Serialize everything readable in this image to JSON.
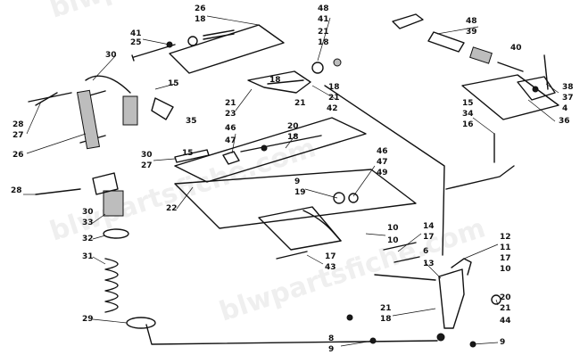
{
  "watermark": "blwpartsfiche.com",
  "callouts": [
    "26",
    "18",
    "41",
    "25",
    "48",
    "41",
    "21",
    "18",
    "30",
    "15",
    "35",
    "28",
    "27",
    "26",
    "21",
    "23",
    "18",
    "21",
    "42",
    "21",
    "18",
    "30",
    "27",
    "15",
    "46",
    "47",
    "20",
    "18",
    "48",
    "39",
    "40",
    "38",
    "37",
    "4",
    "36",
    "15",
    "34",
    "16",
    "28",
    "30",
    "33",
    "32",
    "31",
    "29",
    "9",
    "19",
    "22",
    "46",
    "47",
    "49",
    "10",
    "10",
    "14",
    "17",
    "6",
    "13",
    "17",
    "43",
    "21",
    "18",
    "8",
    "9",
    "12",
    "11",
    "17",
    "10",
    "20",
    "21",
    "44",
    "9"
  ]
}
